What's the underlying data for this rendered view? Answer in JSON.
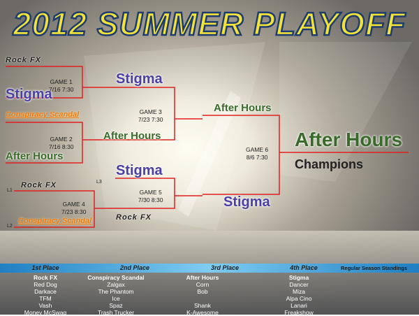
{
  "title": "2012 SUMMER PLAYOFF",
  "round1": {
    "game1": {
      "label": "GAME 1",
      "date": "7/16 7:30",
      "team_top": "Rock FX",
      "team_bottom": "Stigma"
    },
    "game2": {
      "label": "GAME 2",
      "date": "7/16 8:30",
      "team_top": "Conspiracy Scandal",
      "team_bottom": "After Hours"
    },
    "game4": {
      "label": "GAME 4",
      "date": "7/23 8:30",
      "team_top": "Rock FX",
      "team_bottom": "Conspiracy Scandal",
      "marker_top": "L1",
      "marker_bottom": "L2"
    }
  },
  "round2": {
    "game3": {
      "label": "GAME 3",
      "date": "7/23 7:30",
      "team_top": "Stigma",
      "team_bottom": "After Hours"
    },
    "game5": {
      "label": "GAME 5",
      "date": "7/30   8:30",
      "team_top": "Stigma",
      "team_bottom": "Rock FX",
      "marker_top": "L3"
    }
  },
  "final": {
    "game6": {
      "label": "GAME 6",
      "date": "8/6  7:30",
      "team_top": "After Hours",
      "team_bottom": "Stigma"
    },
    "winner": "After Hours",
    "champions_label": "Champions"
  },
  "standings": {
    "title": "Regular Season Standings",
    "places": [
      "1st Place",
      "2nd Place",
      "3rd Place",
      "4th Place"
    ],
    "columns": [
      [
        "Rock FX",
        "Red Dog",
        "Darkace",
        "TFM",
        "Vash",
        "Money McSwag"
      ],
      [
        "Conspiracy Scandal",
        "Zalgax",
        "The Phantom",
        "Ice",
        "Spaz",
        "Trash Trucker"
      ],
      [
        "After Hours",
        "Corn",
        "Bob",
        "",
        "Shank",
        "K-Awesome"
      ],
      [
        "Stigma",
        "Dancer",
        "Miza",
        "Alpa Cino",
        "Lanari",
        "Freakshow"
      ]
    ]
  },
  "colors": {
    "bracket_line": "#e02020",
    "blue_team": "#4b3fa6",
    "green_team": "#3a6a2a",
    "orange_team": "#f07a10",
    "band": "#3aa0d8"
  }
}
